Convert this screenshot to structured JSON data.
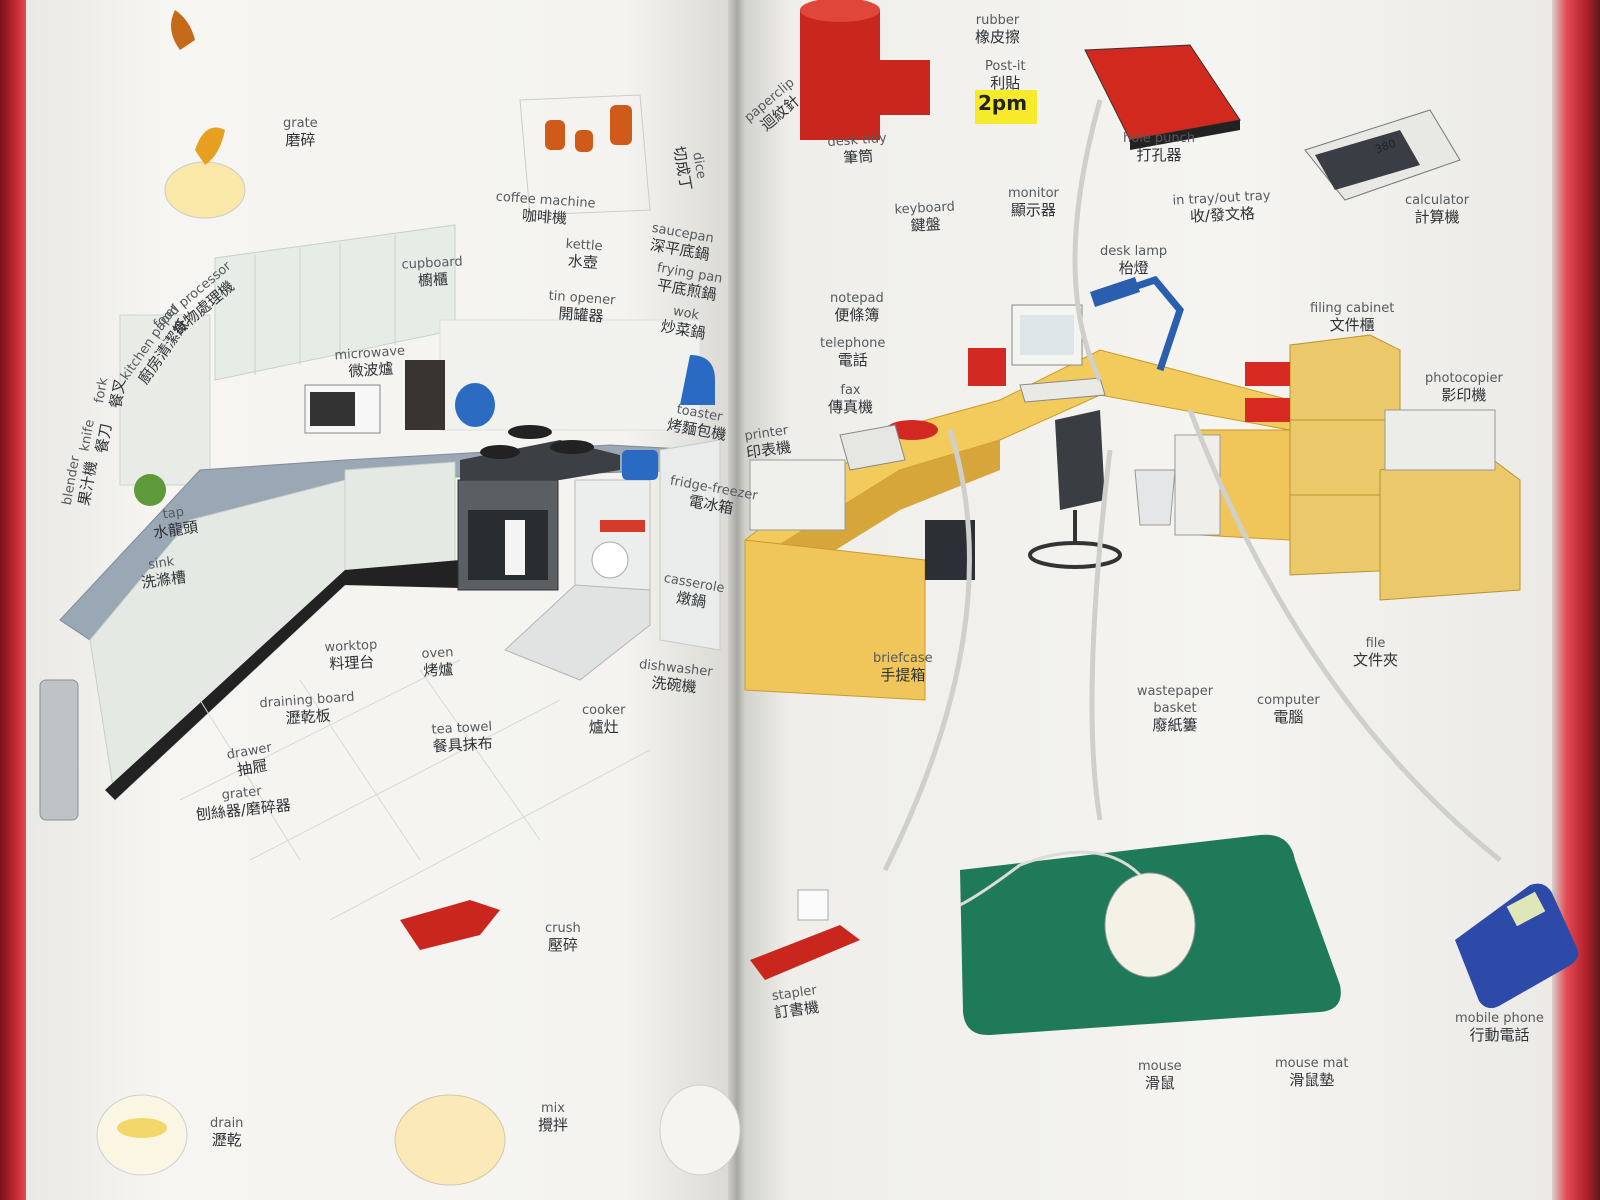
{
  "book": {
    "left_labels": [
      {
        "en": "grate",
        "zh": "磨碎"
      },
      {
        "en": "dice",
        "zh": "切成丁"
      },
      {
        "en": "coffee machine",
        "zh": "咖啡機"
      },
      {
        "en": "kettle",
        "zh": "水壺"
      },
      {
        "en": "cupboard",
        "zh": "櫥櫃"
      },
      {
        "en": "food processor",
        "zh": "食物處理機"
      },
      {
        "en": "kitchen paper",
        "zh": "廚房清潔紙"
      },
      {
        "en": "saucepan",
        "zh": "深平底鍋"
      },
      {
        "en": "frying pan",
        "zh": "平底煎鍋"
      },
      {
        "en": "wok",
        "zh": "炒菜鍋"
      },
      {
        "en": "tin opener",
        "zh": "開罐器"
      },
      {
        "en": "microwave",
        "zh": "微波爐"
      },
      {
        "en": "fork",
        "zh": "餐叉"
      },
      {
        "en": "knife",
        "zh": "餐刀"
      },
      {
        "en": "blender",
        "zh": "果汁機"
      },
      {
        "en": "toaster",
        "zh": "烤麵包機"
      },
      {
        "en": "tap",
        "zh": "水龍頭"
      },
      {
        "en": "sink",
        "zh": "洗滌槽"
      },
      {
        "en": "fridge-freezer",
        "zh": "電冰箱"
      },
      {
        "en": "casserole",
        "zh": "燉鍋"
      },
      {
        "en": "worktop",
        "zh": "料理台"
      },
      {
        "en": "oven",
        "zh": "烤爐"
      },
      {
        "en": "dishwasher",
        "zh": "洗碗機"
      },
      {
        "en": "draining board",
        "zh": "瀝乾板"
      },
      {
        "en": "cooker",
        "zh": "爐灶"
      },
      {
        "en": "tea towel",
        "zh": "餐具抹布"
      },
      {
        "en": "drawer",
        "zh": "抽屜"
      },
      {
        "en": "grater",
        "zh": "刨絲器/磨碎器"
      },
      {
        "en": "crush",
        "zh": "壓碎"
      },
      {
        "en": "drain",
        "zh": "瀝乾"
      },
      {
        "en": "mix",
        "zh": "攪拌"
      }
    ],
    "right_labels": [
      {
        "en": "rubber",
        "zh": "橡皮擦"
      },
      {
        "en": "paperclip",
        "zh": "迴紋針"
      },
      {
        "en": "Post-it",
        "zh": "利貼"
      },
      {
        "en": "desk tidy",
        "zh": "筆筒"
      },
      {
        "en": "hole punch",
        "zh": "打孔器"
      },
      {
        "en": "keyboard",
        "zh": "鍵盤"
      },
      {
        "en": "monitor",
        "zh": "顯示器"
      },
      {
        "en": "in tray/out tray",
        "zh": "收/發文格"
      },
      {
        "en": "calculator",
        "zh": "計算機"
      },
      {
        "en": "desk lamp",
        "zh": "枱燈"
      },
      {
        "en": "notepad",
        "zh": "便條簿"
      },
      {
        "en": "telephone",
        "zh": "電話"
      },
      {
        "en": "filing cabinet",
        "zh": "文件櫃"
      },
      {
        "en": "photocopier",
        "zh": "影印機"
      },
      {
        "en": "fax",
        "zh": "傳真機"
      },
      {
        "en": "printer",
        "zh": "印表機"
      },
      {
        "en": "briefcase",
        "zh": "手提箱"
      },
      {
        "en": "file",
        "zh": "文件夾"
      },
      {
        "en": "wastepaper basket",
        "zh": "廢紙簍"
      },
      {
        "en": "computer",
        "zh": "電腦"
      },
      {
        "en": "stapler",
        "zh": "訂書機"
      },
      {
        "en": "mobile phone",
        "zh": "行動電話"
      },
      {
        "en": "mouse",
        "zh": "滑鼠"
      },
      {
        "en": "mouse mat",
        "zh": "滑鼠墊"
      }
    ],
    "postit_text": "2pm",
    "calculator_display": "380",
    "colors": {
      "desk": "#f1c75a",
      "mouse_mat": "#1f7a5a",
      "red_items": "#d42a22",
      "lamp": "#2a5fb0",
      "cabinet": "#e9c66a"
    }
  }
}
